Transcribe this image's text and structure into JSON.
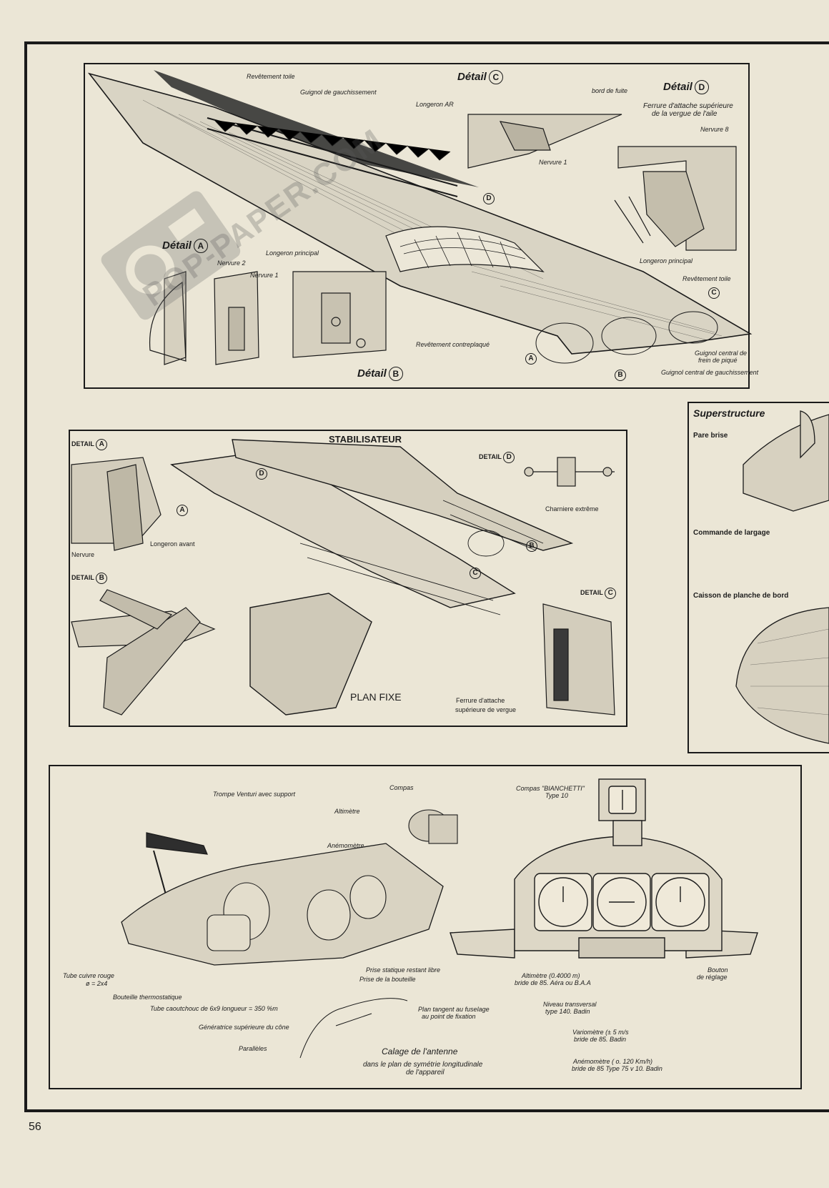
{
  "page_number": "56",
  "watermark": "POP-PAPER.COM",
  "wing": {
    "detail_a": "Détail",
    "detail_a_letter": "A",
    "detail_b": "Détail",
    "detail_b_letter": "B",
    "detail_c": "Détail",
    "detail_c_letter": "C",
    "detail_d": "Détail",
    "detail_d_letter": "D",
    "callout_d": "D",
    "callout_a": "A",
    "callout_b": "B",
    "callout_c": "C",
    "revetement_toile_top": "Revêtement toile",
    "guignol_gauchissement": "Guignol de gauchissement",
    "longeron_ar": "Longeron AR",
    "bord_de_fuite": "bord de fuite",
    "nervure_1_c": "Nervure 1",
    "ferrure_attache_1": "Ferrure d'attache supérieure",
    "ferrure_attache_2": "de la vergue de l'aile",
    "nervure_8": "Nervure 8",
    "longeron_principal_d": "Longeron principal",
    "revetement_toile_right": "Revêtement toile",
    "nervure_2": "Nervure 2",
    "nervure_1_a": "Nervure 1",
    "longeron_principal_b": "Longeron principal",
    "revetement_contreplaque": "Revêtement contreplaqué",
    "guignol_frein_1": "Guignol central de",
    "guignol_frein_2": "frein de piqué",
    "guignol_central_gauch": "Guignol central de gauchissement"
  },
  "stab": {
    "title": "STABILISATEUR",
    "plan_fixe": "PLAN FIXE",
    "detail_a": "DETAIL",
    "detail_a_letter": "A",
    "detail_b": "DETAIL",
    "detail_b_letter": "B",
    "detail_c": "DETAIL",
    "detail_c_letter": "C",
    "detail_d": "DETAIL",
    "detail_d_letter": "D",
    "callout_a": "A",
    "callout_b": "B",
    "callout_c": "C",
    "callout_d": "D",
    "longeron_avant": "Longeron avant",
    "nervure": "Nervure",
    "charniere": "Charniere extrême",
    "ferrure_1": "Ferrure d'attache",
    "ferrure_2": "supérieure de vergue"
  },
  "superstructure": {
    "title": "Superstructure",
    "pare_brise": "Pare brise",
    "commande_largage": "Commande de largage",
    "caisson": "Caisson de planche de bord"
  },
  "instruments": {
    "trompe_venturi": "Trompe Venturi avec support",
    "compas": "Compas",
    "altimetre": "Altimètre",
    "anemometre": "Anémomètre",
    "tube_cuivre_1": "Tube cuivre rouge",
    "tube_cuivre_2": "ø = 2x4",
    "bouteille": "Bouteille thermostatique",
    "tube_caoutchouc": "Tube caoutchouc de 6x9 longueur = 350 %m",
    "prise_statique": "Prise statique restant libre",
    "prise_bouteille": "Prise de la bouteille",
    "plan_tangent_1": "Plan tangent au fuselage",
    "plan_tangent_2": "au point de fixation",
    "generatrice": "Génératrice supérieure du cône",
    "paralleles": "Parallèles",
    "calage_1": "Calage de l'antenne",
    "calage_2": "dans le plan de symétrie longitudinale",
    "calage_3": "de l'appareil",
    "compas_bianchetti_1": "Compas \"BIANCHETTI\"",
    "compas_bianchetti_2": "Type 10",
    "altimetre_panel_1": "Altimètre (0.4000 m)",
    "altimetre_panel_2": "bride de 85. Aéra ou B.A.A",
    "niveau_1": "Niveau transversal",
    "niveau_2": "type 140. Badin",
    "variometre_1": "Variomètre (± 5 m/s",
    "variometre_2": "bride de 85. Badin",
    "anemometre_panel_1": "Anémomètre ( o. 120 Km/h)",
    "anemometre_panel_2": "bride de 85 Type 75 v 10. Badin",
    "bouton_1": "Bouton",
    "bouton_2": "de réglage"
  }
}
